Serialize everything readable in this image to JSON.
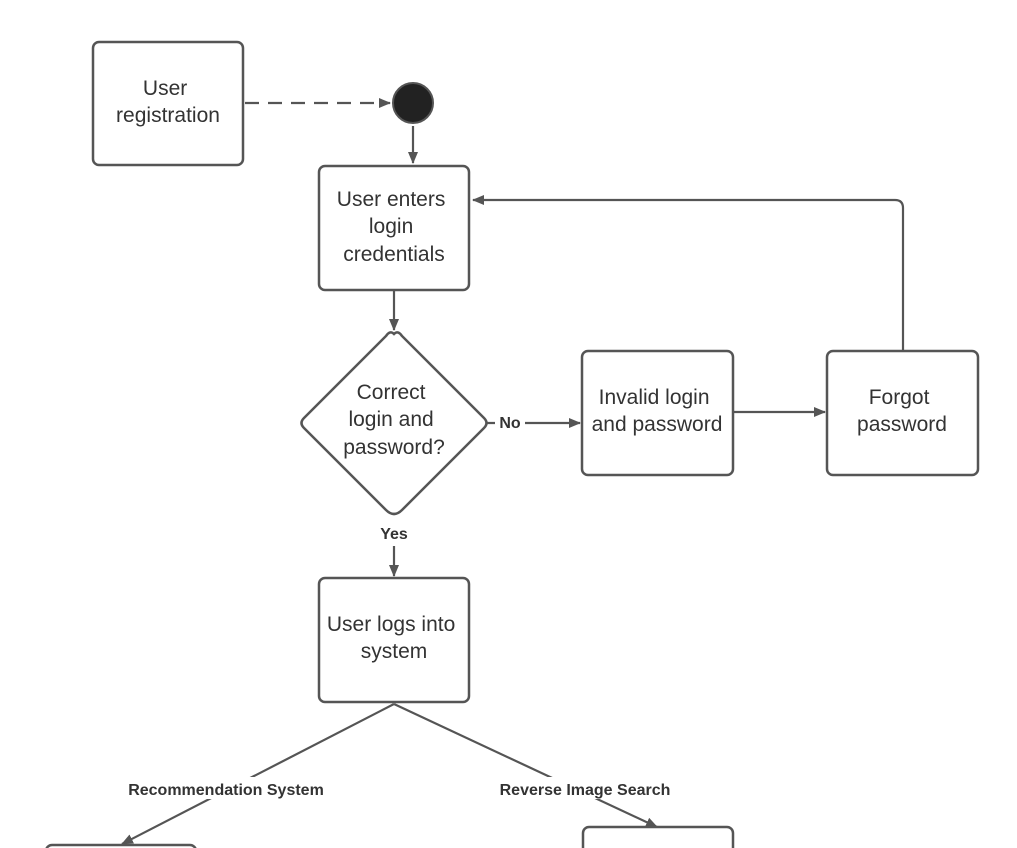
{
  "nodes": {
    "user_registration": {
      "lines": [
        "User",
        "registration"
      ]
    },
    "enter_credentials": {
      "lines": [
        "User enters",
        "login",
        "credentials"
      ]
    },
    "check_credentials": {
      "lines": [
        "Correct",
        "login and",
        "password?"
      ]
    },
    "invalid_login": {
      "lines": [
        "Invalid login",
        "and password"
      ]
    },
    "forgot_password": {
      "lines": [
        "Forgot",
        "password"
      ]
    },
    "user_logs_in": {
      "lines": [
        "User logs into",
        "system"
      ]
    }
  },
  "edge_labels": {
    "no": "No",
    "yes": "Yes",
    "recommendation": "Recommendation System",
    "reverse_image": "Reverse Image Search"
  },
  "colors": {
    "stroke": "#555555",
    "text": "#333333",
    "start_node": "#222222"
  }
}
